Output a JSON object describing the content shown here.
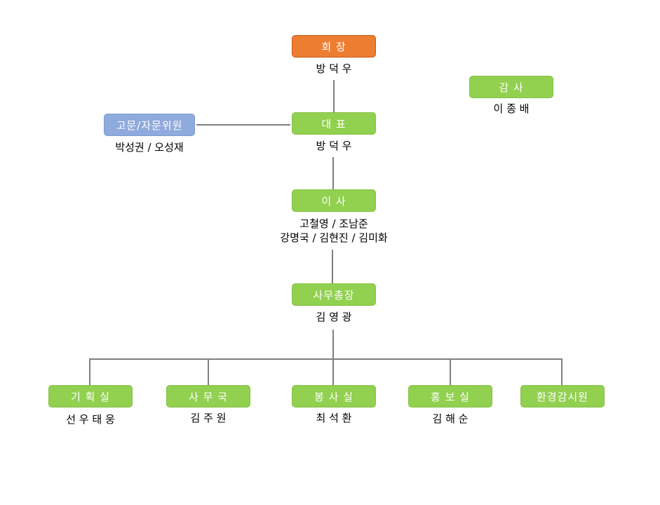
{
  "nodes": {
    "chairman": {
      "title": "회 장",
      "name": "방 덕 우"
    },
    "auditor": {
      "title": "감 사",
      "name": "이 종 배"
    },
    "advisor": {
      "title": "고문/자문위원",
      "name": "박성권 / 오성재"
    },
    "ceo": {
      "title": "대 표",
      "name": "방 덕 우"
    },
    "directors": {
      "title": "이 사",
      "name_line1": "고철영 / 조남준",
      "name_line2": "강명국 / 김현진 / 김미화"
    },
    "secretary_general": {
      "title": "사무총장",
      "name": "김 영 광"
    },
    "planning": {
      "title": "기 획 실",
      "name": "선 우 태 웅"
    },
    "secretariat": {
      "title": "사 무 국",
      "name": "김 주 원"
    },
    "service": {
      "title": "봉 사 실",
      "name": "최 석 환"
    },
    "pr": {
      "title": "홍 보 실",
      "name": "김 해 순"
    },
    "env_monitor": {
      "title": "환경감시원"
    }
  },
  "colors": {
    "top": "#ed7d31",
    "advisory": "#8faadc",
    "default": "#92d050",
    "connector": "#7f7f7f"
  }
}
